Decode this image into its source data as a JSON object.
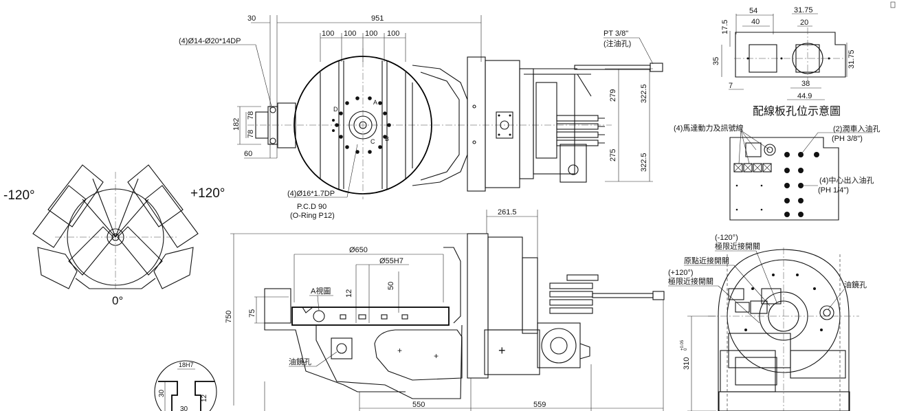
{
  "top_view": {
    "dim_30": "30",
    "dim_951": "951",
    "dim_100_a": "100",
    "dim_100_b": "100",
    "dim_100_c": "100",
    "dim_100_d": "100",
    "hole_callout": "(4)Ø14-Ø20*14DP",
    "dim_78_a": "78",
    "dim_78_b": "78",
    "dim_182": "182",
    "dim_60": "60",
    "dim_279": "279",
    "dim_275": "275",
    "dim_322_5_a": "322.5",
    "dim_322_5_b": "322.5",
    "pt_label": "PT 3/8\"",
    "pt_sub": "(注油孔)",
    "pin_callout": "(4)Ø16*1.7DP",
    "pcd": "P.C.D 90",
    "oring": "(O-Ring P12)",
    "marker_a": "A",
    "marker_b": "B",
    "marker_c": "C",
    "marker_d": "D"
  },
  "tilt_view": {
    "minus": "-120°",
    "plus": "+120°",
    "zero": "0°"
  },
  "side_view": {
    "dim_261_5": "261.5",
    "dim_650": "Ø650",
    "dim_55h7": "Ø55H7",
    "dim_50": "50",
    "dim_12": "12",
    "dim_75": "75",
    "dim_750": "750",
    "view_a": "A視圖",
    "oil_gauge": "油鏡孔",
    "dim_550": "550",
    "dim_559": "559"
  },
  "detail_view": {
    "dim_18h7": "18H7",
    "dim_30": "30",
    "dim_12": "12",
    "dim_30b": "30"
  },
  "wiring_plate": {
    "dim_54": "54",
    "dim_31_75_top": "31.75",
    "dim_40": "40",
    "dim_20": "20",
    "dim_17_5": "17.5",
    "dim_35": "35",
    "dim_31_75_side": "31.75",
    "dim_7": "7",
    "dim_38": "38",
    "dim_44_9": "44.9",
    "title": "配線板孔位示意圖",
    "motor_line": "(4)馬達動力及訊號線",
    "lube_in": "(2)潤車入油孔",
    "lube_in_spec": "(PH 3/8\")",
    "center_out": "(4)中心出入油孔",
    "center_out_spec": "(PH 1/4\")"
  },
  "front_view": {
    "minus_120": "(-120°)",
    "limit_a": "極限近接開關",
    "origin": "原點近接開關",
    "plus_120": "(+120°)",
    "limit_b": "極限近接開關",
    "oil_gauge": "油鏡孔",
    "dim_310": "310",
    "tol": "+0.05\n0"
  }
}
